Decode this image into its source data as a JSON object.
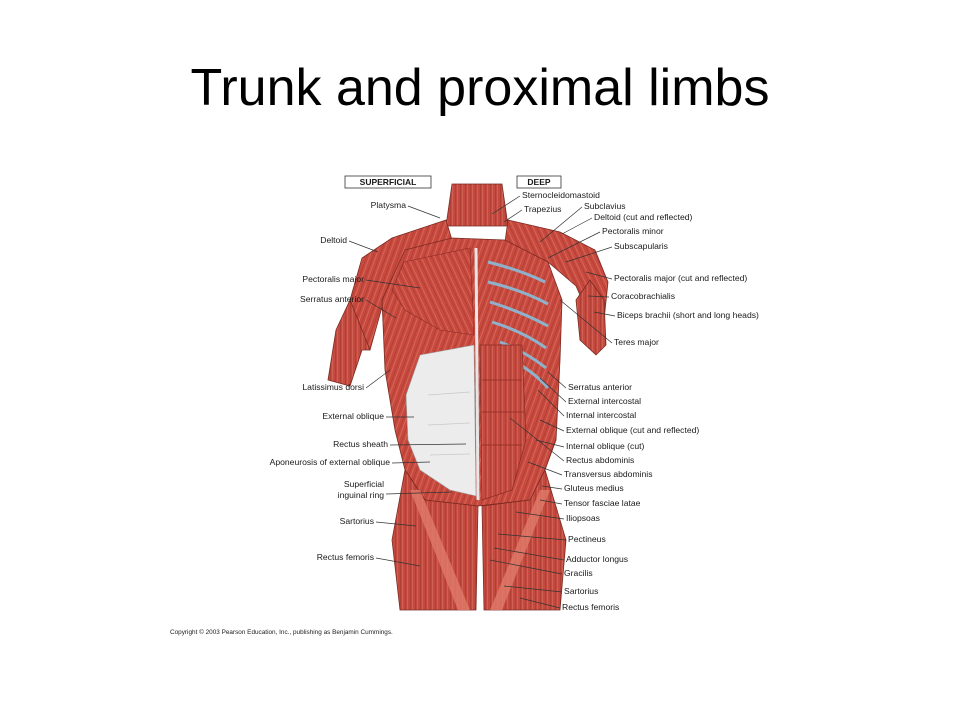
{
  "slide": {
    "title": "Trunk and proximal limbs"
  },
  "figure": {
    "headers": {
      "superficial": "SUPERFICIAL",
      "deep": "DEEP"
    },
    "left_labels": [
      "Platysma",
      "Deltoid",
      "Pectoralis major",
      "Serratus anterior",
      "Latissimus dorsi",
      "External oblique",
      "Rectus sheath",
      "Aponeurosis of external oblique",
      "Superficial",
      "inguinal ring",
      "Sartorius",
      "Rectus femoris"
    ],
    "right_labels": [
      "Sternocleidomastoid",
      "Trapezius",
      "Subclavius",
      "Deltoid (cut and reflected)",
      "Pectoralis minor",
      "Subscapularis",
      "Pectoralis major (cut and reflected)",
      "Coracobrachialis",
      "Biceps brachii (short and long heads)",
      "Teres major",
      "Serratus anterior",
      "External intercostal",
      "Internal intercostal",
      "External oblique (cut and reflected)",
      "Internal oblique (cut)",
      "Rectus abdominis",
      "Transversus abdominis",
      "Gluteus medius",
      "Tensor fasciae latae",
      "Iliopsoas",
      "Pectineus",
      "Adductor longus",
      "Gracilis",
      "Sartorius",
      "Rectus femoris"
    ],
    "colors": {
      "muscle": "#c8493e",
      "muscle_dark": "#9c2f28",
      "muscle_light": "#e07a6a",
      "fascia": "#ececec",
      "skin_outline": "#7a2a22",
      "rib_blue": "#8fb2cc"
    },
    "copyright": "Copyright © 2003 Pearson Education, Inc., publishing as Benjamin Cummings."
  }
}
